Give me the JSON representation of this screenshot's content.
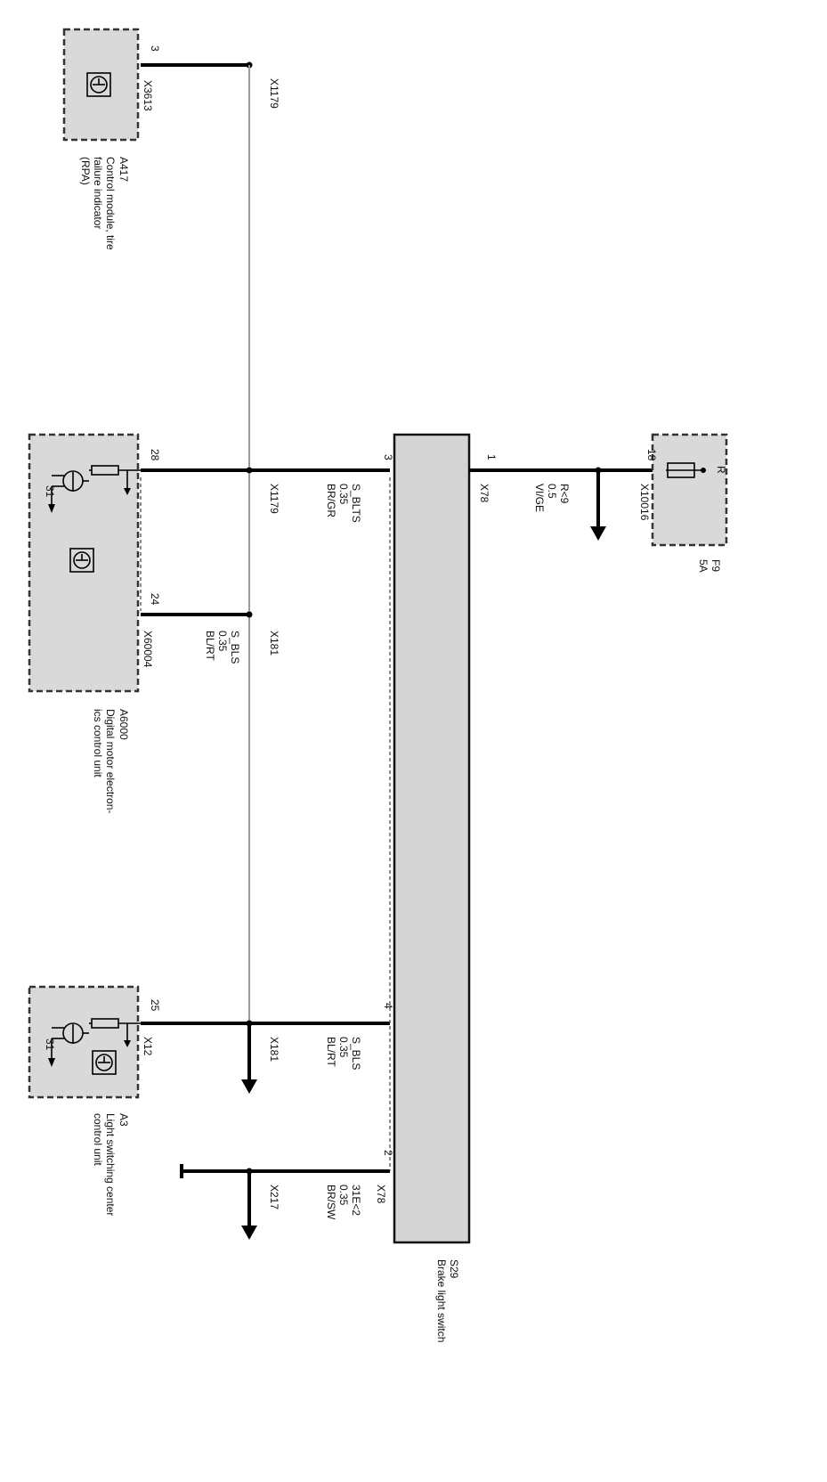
{
  "components": {
    "a417": {
      "id": "A417",
      "desc": [
        "Control module, tire",
        "failure indicator",
        "(RPA)"
      ],
      "connector": "X3613",
      "pin": "3"
    },
    "a6000": {
      "id": "A6000",
      "desc": [
        "Digital motor electron-",
        "ics control unit"
      ],
      "pin_a": "28",
      "pin_b": "24",
      "connector_b": "X60004",
      "ground": "31"
    },
    "a3": {
      "id": "A3",
      "desc": [
        "Light switching center",
        "control unit"
      ],
      "pin": "25",
      "connector": "X12",
      "ground": "31"
    },
    "f9": {
      "id": "F9",
      "rating": "5A",
      "pin": "18",
      "connector": "X10016",
      "terminal": "R"
    },
    "s29": {
      "id": "S29",
      "name": "Brake light switch",
      "pins": [
        "1",
        "3",
        "4",
        "2"
      ],
      "connector_1": "X78",
      "connector_2": "X78"
    }
  },
  "splices": {
    "top": "X1179",
    "s28": "X1179",
    "s24": "X181",
    "s25": "X181",
    "bottom": "X217"
  },
  "wires": {
    "w_f9": [
      "R<9",
      "0.5",
      "VI/GE"
    ],
    "w_28": [
      "S_BLTS",
      "0.35",
      "BR/GR"
    ],
    "w_24": [
      "S_BLS",
      "0.35",
      "BL/RT"
    ],
    "w_25": [
      "S_BLS",
      "0.35",
      "BL/RT"
    ],
    "w_2": [
      "31E<2",
      "0.35",
      "BR/SW"
    ]
  }
}
